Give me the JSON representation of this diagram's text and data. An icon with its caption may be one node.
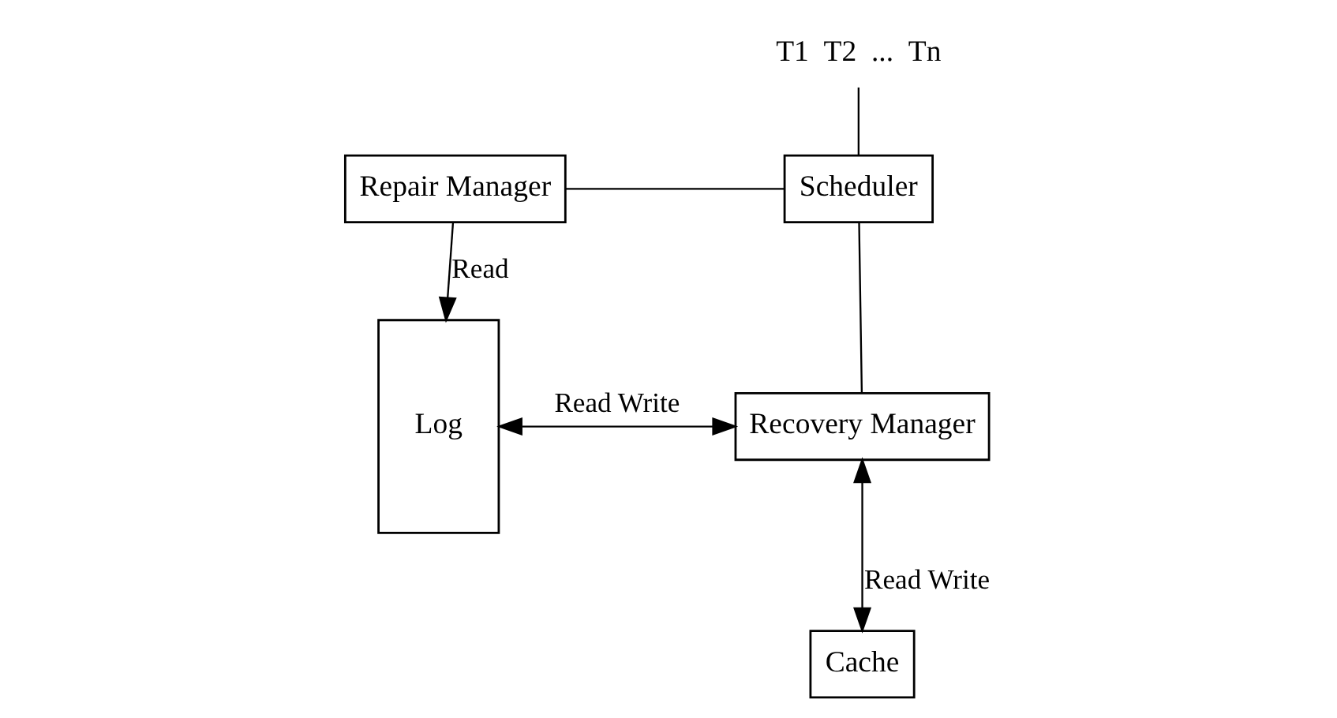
{
  "diagram": {
    "nodes": [
      {
        "text": [
          "T1  T2  ...  Tn"
        ]
      },
      {
        "text": [
          "Repair Manager"
        ]
      },
      {
        "text": [
          "Scheduler"
        ]
      },
      {
        "text": [
          "Log"
        ]
      },
      {
        "text": [
          "Recovery Manager"
        ]
      },
      {
        "text": [
          "Cache"
        ]
      }
    ],
    "edges": [
      {
        "from": 0,
        "to": 2,
        "arrow": "none"
      },
      {
        "from": 1,
        "to": 2,
        "arrow": "none"
      },
      {
        "from": 1,
        "to": 3,
        "arrow": "to",
        "label": "Read"
      },
      {
        "from": 2,
        "to": 4,
        "arrow": "none"
      },
      {
        "from": 3,
        "to": 4,
        "arrow": "both",
        "label": "Read Write"
      },
      {
        "from": 4,
        "to": 5,
        "arrow": "both",
        "label": "Read Write"
      }
    ]
  }
}
